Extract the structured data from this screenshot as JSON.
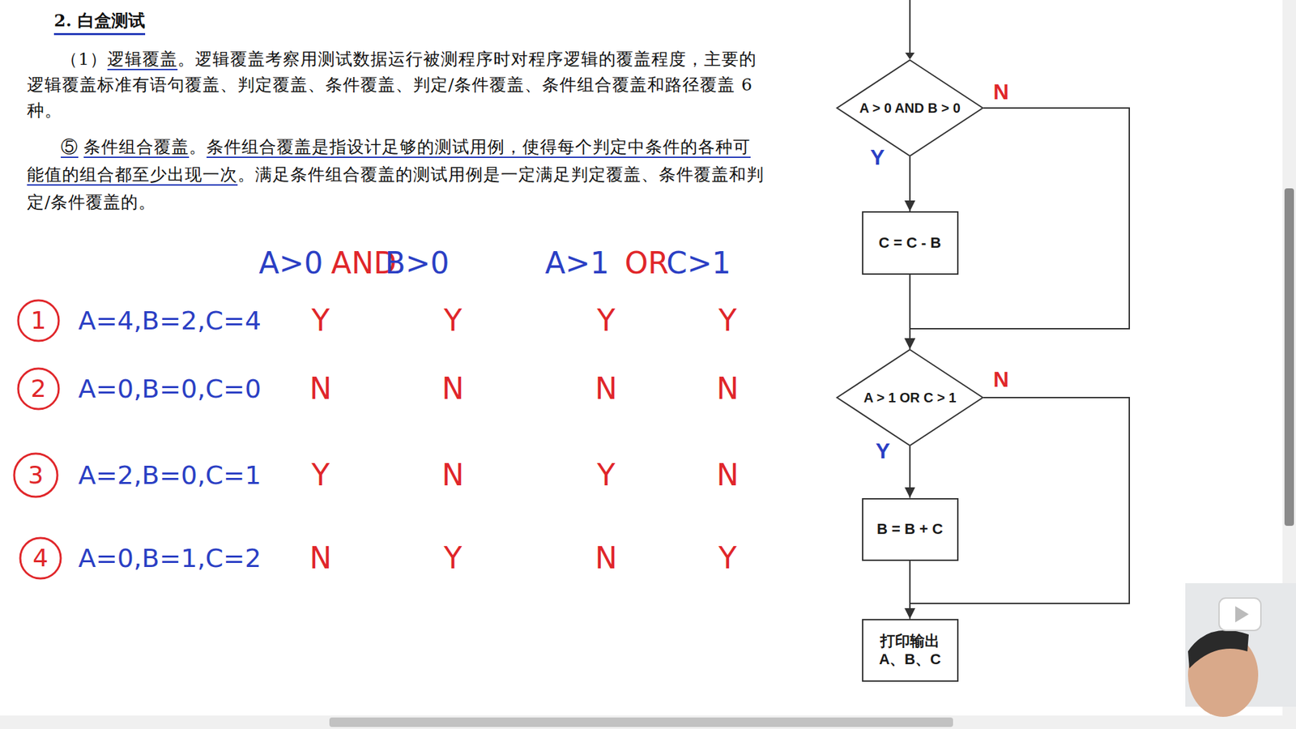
{
  "diagram": {
    "title": "2. 白盒测试",
    "nodes": [
      {
        "text": [
          "A > 0 AND B > 0"
        ]
      },
      {
        "text": [
          "C = C - B"
        ]
      },
      {
        "text": [
          "A > 1 OR C > 1"
        ]
      },
      {
        "text": [
          "B = B + C"
        ]
      },
      {
        "text": [
          "打印输出 A、B、C"
        ]
      }
    ],
    "edges": [
      {
        "from": 0,
        "to": 1,
        "label": "Y",
        "arrow": "to"
      },
      {
        "from": 0,
        "to": 2,
        "label": "N",
        "arrow": "to"
      },
      {
        "from": 1,
        "to": 2,
        "arrow": "to"
      },
      {
        "from": 2,
        "to": 3,
        "label": "Y",
        "arrow": "to"
      },
      {
        "from": 2,
        "to": 4,
        "label": "N",
        "arrow": "to"
      },
      {
        "from": 3,
        "to": 4,
        "arrow": "to"
      }
    ],
    "labels": [
      "（1）",
      "逻辑覆盖",
      "。逻辑覆盖考察用测试数据运行被测程序时对程序逻辑的覆盖程度，主要的逻辑覆盖标准有语句覆盖、判定覆盖、条件覆盖、判定/条件覆盖、条件组合覆盖和路径覆盖 6 种。",
      "⑤",
      "条件组合覆盖",
      "。",
      "条件组合覆盖是指设计足够的测试用例，使得每个判定中条件的各种可能值的组合都至少出现一次",
      "。满足条件组合覆盖的测试用例是一定满足判定覆盖、条件覆盖和判定/条件覆盖的。",
      "A>0",
      "AND",
      "B>0",
      "A>1",
      "OR",
      "C>1",
      "1",
      "A=4,B=2,C=4",
      "Y",
      "Y",
      "Y",
      "Y",
      "2",
      "A=0,B=0,C=0",
      "N",
      "N",
      "N",
      "N",
      "3",
      "A=2,B=0,C=1",
      "Y",
      "N",
      "Y",
      "N",
      "4",
      "A=0,B=1,C=2",
      "N",
      "Y",
      "N",
      "Y"
    ]
  }
}
